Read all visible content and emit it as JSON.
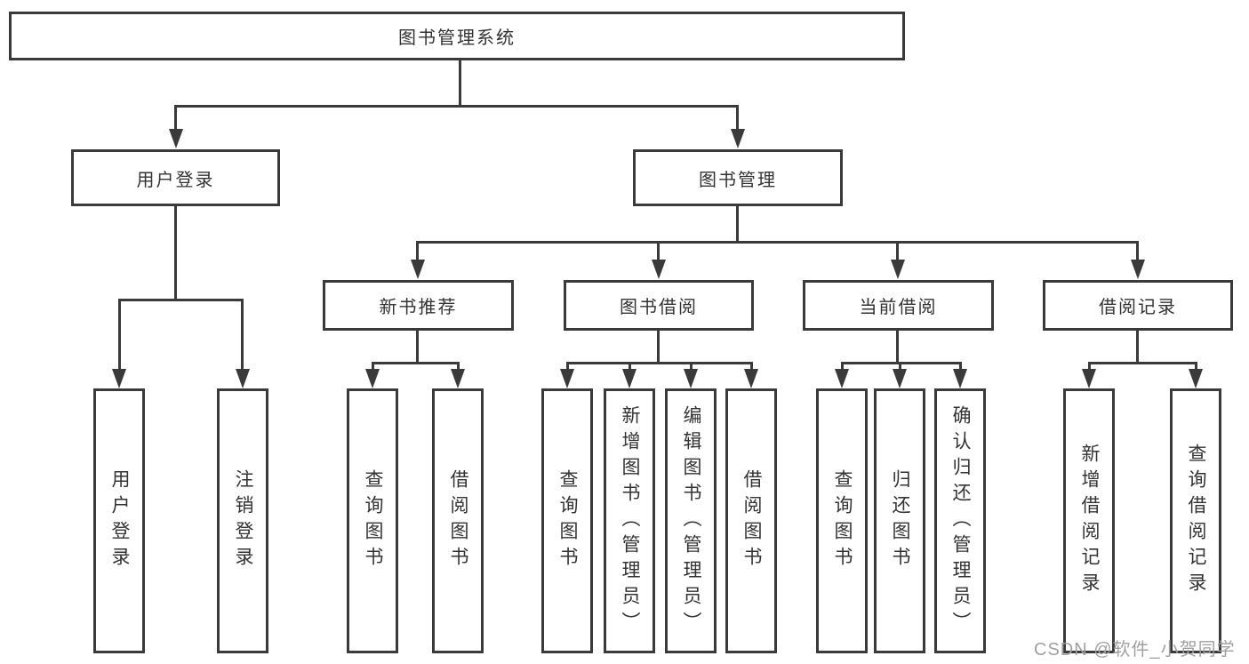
{
  "diagram": {
    "title": "图书管理系统",
    "colors": {
      "line": "#3a3a3a",
      "box_border": "#3a3a3a",
      "text": "#333333",
      "watermark": "#a0a0a0",
      "background": "#ffffff"
    },
    "tree": {
      "label": "图书管理系统",
      "children": [
        {
          "label": "用户登录",
          "children": [
            {
              "label": "用户登录"
            },
            {
              "label": "注销登录"
            }
          ]
        },
        {
          "label": "图书管理",
          "children": [
            {
              "label": "新书推荐",
              "children": [
                {
                  "label": "查询图书"
                },
                {
                  "label": "借阅图书"
                }
              ]
            },
            {
              "label": "图书借阅",
              "children": [
                {
                  "label": "查询图书"
                },
                {
                  "label": "新增图书（管理员）"
                },
                {
                  "label": "编辑图书（管理员）"
                },
                {
                  "label": "借阅图书"
                }
              ]
            },
            {
              "label": "当前借阅",
              "children": [
                {
                  "label": "查询图书"
                },
                {
                  "label": "归还图书"
                },
                {
                  "label": "确认归还（管理员）"
                }
              ]
            },
            {
              "label": "借阅记录",
              "children": [
                {
                  "label": "新增借阅记录"
                },
                {
                  "label": "查询借阅记录"
                }
              ]
            }
          ]
        }
      ]
    }
  },
  "watermark": {
    "text": "CSDN @软件_小贺同学"
  }
}
